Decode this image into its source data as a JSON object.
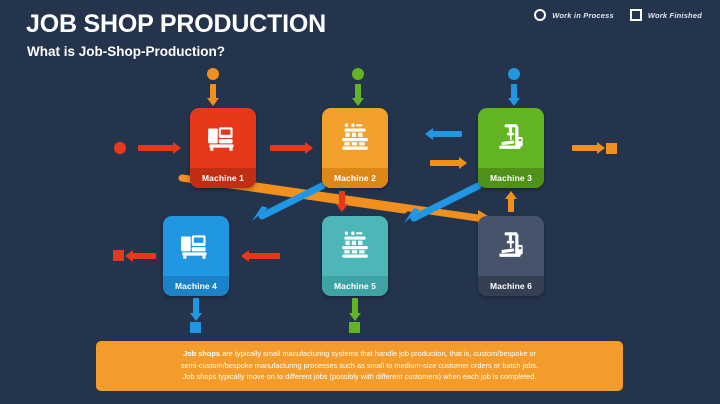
{
  "header": {
    "title": "JOB SHOP PRODUCTION",
    "subtitle": "What is Job-Shop-Production?"
  },
  "legend": {
    "items": [
      {
        "label": "Work in Process",
        "shape": "circle",
        "icon": "circle-outline-icon"
      },
      {
        "label": "Work Finished",
        "shape": "square",
        "icon": "square-outline-icon"
      }
    ]
  },
  "machines": [
    {
      "id": "m1",
      "label": "Machine 1",
      "color": "#e8381a",
      "label_bar": "#c02e14",
      "icon": "cnc-machine-icon"
    },
    {
      "id": "m2",
      "label": "Machine 2",
      "color": "#f2a02c",
      "label_bar": "#dd8716",
      "icon": "lathe-machine-icon"
    },
    {
      "id": "m3",
      "label": "Machine 3",
      "color": "#62b422",
      "label_bar": "#4e9219",
      "icon": "drill-press-icon"
    },
    {
      "id": "m4",
      "label": "Machine 4",
      "color": "#2196e3",
      "label_bar": "#1b82c8",
      "icon": "cnc-machine-icon"
    },
    {
      "id": "m5",
      "label": "Machine 5",
      "color": "#4cb6b8",
      "label_bar": "#3ea3a5",
      "icon": "lathe-machine-icon"
    },
    {
      "id": "m6",
      "label": "Machine 6",
      "color": "#47536a",
      "label_bar": "#353f52",
      "icon": "drill-press-icon"
    }
  ],
  "flow_colors": {
    "red": "#e8381a",
    "orange": "#f2901f",
    "green": "#62b422",
    "blue": "#2196e3"
  },
  "caption": {
    "lead": "Job shops",
    "line1": " are typically small manufacturing systems that handle job production, that is, custom/bespoke or",
    "line2": "semi-custom/bespoke manufacturing processes such as small to medium-size customer orders or batch jobs.",
    "line3": "Job shops typically move on to different jobs (possibly with different customers) when each job is completed."
  }
}
